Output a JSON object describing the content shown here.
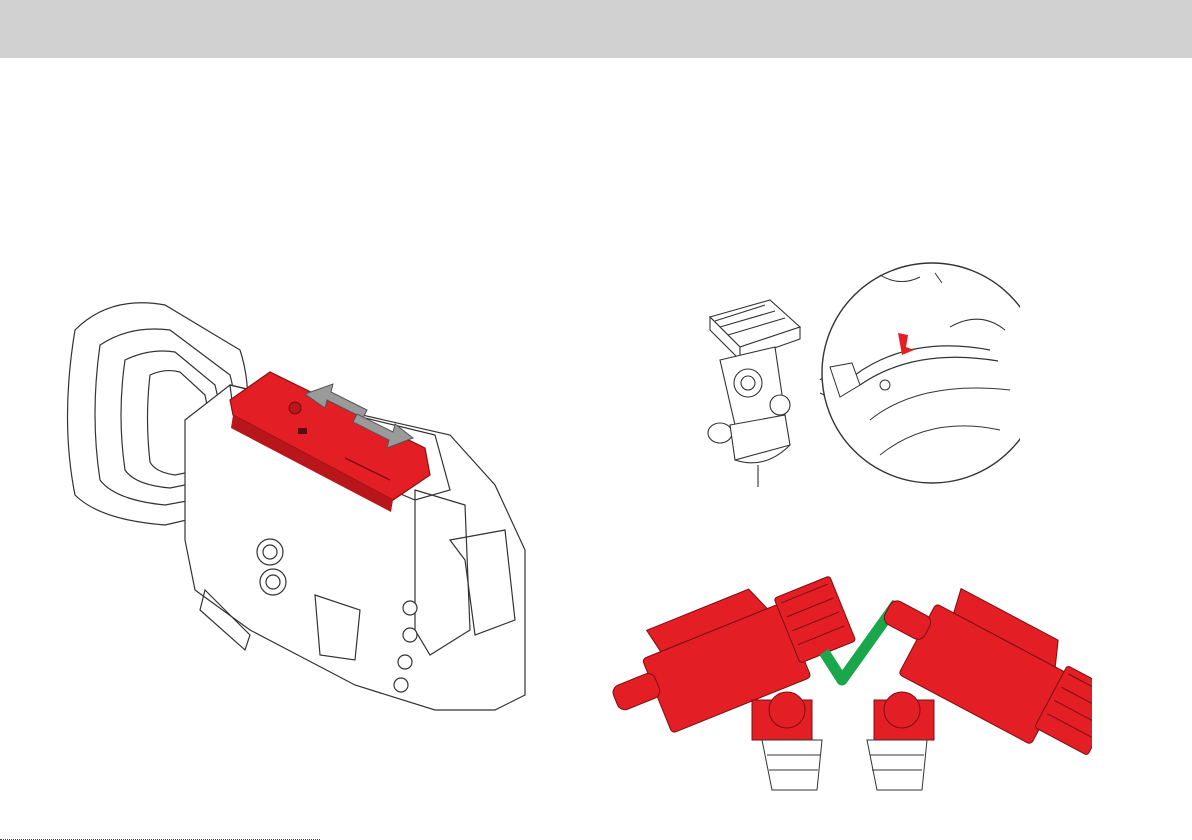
{
  "page": {
    "illustrations": [
      {
        "name": "camera-plate-illustration",
        "icons": [
          "camera-body-icon",
          "lens-hood-icon",
          "shoulder-plate-icon",
          "slide-arrows-icon"
        ]
      },
      {
        "name": "tripod-head-illustration",
        "icons": [
          "tripod-head-icon",
          "bubble-level-detail-icon"
        ]
      },
      {
        "name": "balance-illustration",
        "icons": [
          "camera-tilted-left-icon",
          "camera-tilted-right-icon",
          "checkmark-icon"
        ]
      }
    ],
    "colors": {
      "header": "#d1d1d1",
      "highlight": "#e31e24",
      "arrow": "#9a9a9a",
      "check": "#1aa64a",
      "line": "#333333"
    }
  }
}
